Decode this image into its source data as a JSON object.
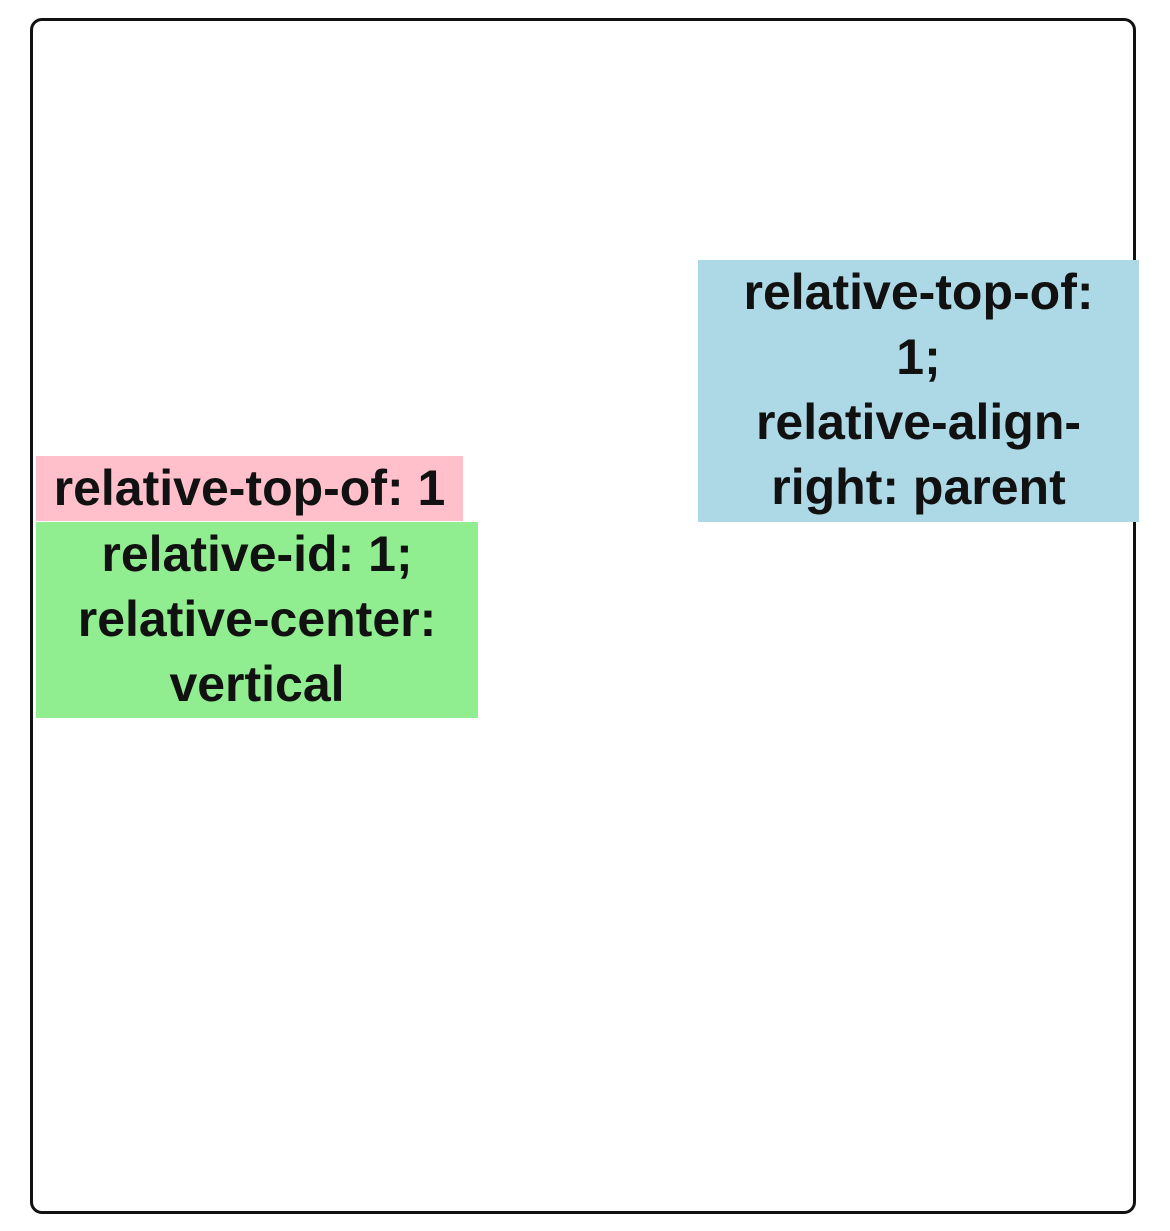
{
  "boxes": {
    "pink": {
      "lines": [
        "relative-top-of: 1"
      ],
      "color": "#FFC0CB"
    },
    "green": {
      "lines": [
        "relative-id: 1;",
        "relative-center:",
        "vertical"
      ],
      "color": "#90EE90"
    },
    "blue": {
      "lines": [
        "relative-top-of:",
        "1;",
        "relative-align-",
        "right: parent"
      ],
      "color": "#ADD8E6"
    }
  }
}
